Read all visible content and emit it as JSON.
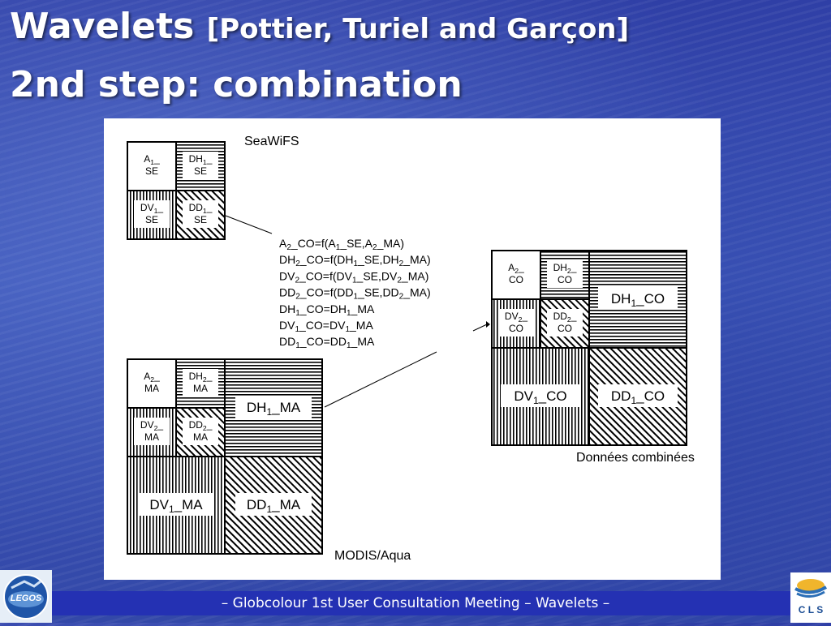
{
  "slide": {
    "title_main": "Wavelets",
    "title_authors": "[Pottier, Turiel and Garçon]",
    "title_line2": "2nd step: combination",
    "footer": "– Globcolour  1st User Consultation Meeting – Wavelets –"
  },
  "diagram": {
    "seawifs_label": "SeaWiFS",
    "modis_label": "MODIS/Aqua",
    "combined_label": "Données combinées",
    "se_blocks": [
      {
        "l1": "A",
        "sub": "1",
        "l1b": "_",
        "l2": "SE"
      },
      {
        "l1": "DH",
        "sub": "1",
        "l1b": "_",
        "l2": "SE"
      },
      {
        "l1": "DV",
        "sub": "1",
        "l1b": "_",
        "l2": "SE"
      },
      {
        "l1": "DD",
        "sub": "1",
        "l1b": "_",
        "l2": "SE"
      }
    ],
    "ma_small": [
      {
        "l1": "A",
        "sub": "2",
        "l1b": "_",
        "l2": "MA"
      },
      {
        "l1": "DH",
        "sub": "2",
        "l1b": "_",
        "l2": "MA"
      },
      {
        "l1": "DV",
        "sub": "2",
        "l1b": "_",
        "l2": "MA"
      },
      {
        "l1": "DD",
        "sub": "2",
        "l1b": "_",
        "l2": "MA"
      }
    ],
    "ma_large": [
      {
        "a": "DH",
        "sub": "1",
        "b": "_MA"
      },
      {
        "a": "DV",
        "sub": "1",
        "b": "_MA"
      },
      {
        "a": "DD",
        "sub": "1",
        "b": "_MA"
      }
    ],
    "co_small": [
      {
        "l1": "A",
        "sub": "2",
        "l1b": "_",
        "l2": "CO"
      },
      {
        "l1": "DH",
        "sub": "2",
        "l1b": "_",
        "l2": "CO"
      },
      {
        "l1": "DV",
        "sub": "2",
        "l1b": "_",
        "l2": "CO"
      },
      {
        "l1": "DD",
        "sub": "2",
        "l1b": "_",
        "l2": "CO"
      }
    ],
    "co_large": [
      {
        "a": "DH",
        "sub": "1",
        "b": "_CO"
      },
      {
        "a": "DV",
        "sub": "1",
        "b": "_CO"
      },
      {
        "a": "DD",
        "sub": "1",
        "b": "_CO"
      }
    ],
    "equations": [
      [
        [
          "A",
          ""
        ],
        [
          "2",
          "s"
        ],
        [
          "_CO=f(A",
          ""
        ],
        [
          "1",
          "s"
        ],
        [
          "_SE,A",
          ""
        ],
        [
          "2",
          "s"
        ],
        [
          "_MA)",
          ""
        ]
      ],
      [
        [
          "DH",
          ""
        ],
        [
          "2",
          "s"
        ],
        [
          "_CO=f(DH",
          ""
        ],
        [
          "1",
          "s"
        ],
        [
          "_SE,DH",
          ""
        ],
        [
          "2",
          "s"
        ],
        [
          "_MA)",
          ""
        ]
      ],
      [
        [
          "DV",
          ""
        ],
        [
          "2",
          "s"
        ],
        [
          "_CO=f(DV",
          ""
        ],
        [
          "1",
          "s"
        ],
        [
          "_SE,DV",
          ""
        ],
        [
          "2",
          "s"
        ],
        [
          "_MA)",
          ""
        ]
      ],
      [
        [
          "DD",
          ""
        ],
        [
          "2",
          "s"
        ],
        [
          "_CO=f(DD",
          ""
        ],
        [
          "1",
          "s"
        ],
        [
          "_SE,DD",
          ""
        ],
        [
          "2",
          "s"
        ],
        [
          "_MA)",
          ""
        ]
      ],
      [
        [
          "DH",
          ""
        ],
        [
          "1",
          "s"
        ],
        [
          "_CO=DH",
          ""
        ],
        [
          "1",
          "s"
        ],
        [
          "_MA",
          ""
        ]
      ],
      [
        [
          "DV",
          ""
        ],
        [
          "1",
          "s"
        ],
        [
          "_CO=DV",
          ""
        ],
        [
          "1",
          "s"
        ],
        [
          "_MA",
          ""
        ]
      ],
      [
        [
          "DD",
          ""
        ],
        [
          "1",
          "s"
        ],
        [
          "_CO=DD",
          ""
        ],
        [
          "1",
          "s"
        ],
        [
          "_MA",
          ""
        ]
      ]
    ]
  },
  "logos": {
    "left": "LEGOS",
    "right": "C L S"
  }
}
